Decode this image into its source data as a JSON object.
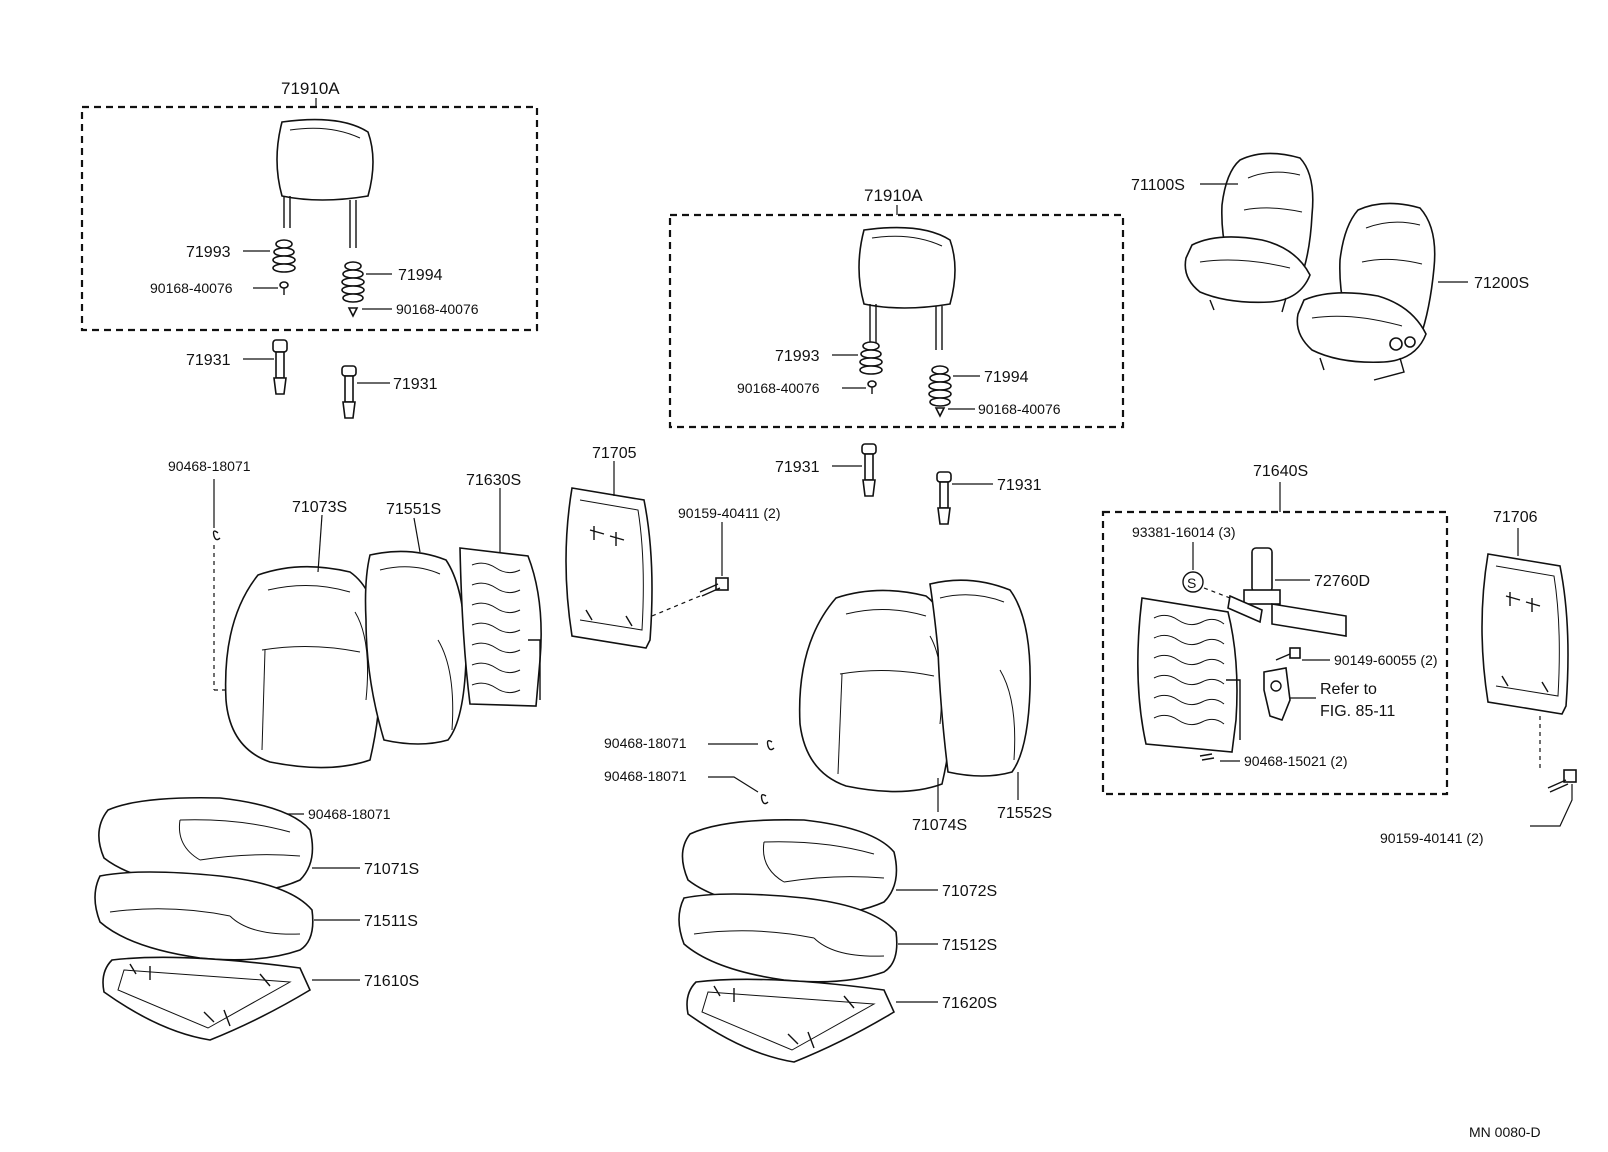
{
  "labels": {
    "hr_assy_left": "71910A",
    "hr_assy_center": "71910A",
    "guide_993_left": "71993",
    "guide_994_left": "71994",
    "screw_left_a": "90168-40076",
    "screw_left_b": "90168-40076",
    "support_931_left_a": "71931",
    "support_931_left_b": "71931",
    "guide_993_center": "71993",
    "guide_994_center": "71994",
    "screw_center_a": "90168-40076",
    "screw_center_b": "90168-40076",
    "support_931_center_a": "71931",
    "support_931_center_b": "71931",
    "seat_assy_right": "71100S",
    "seat_assy_left": "71200S",
    "clip_left_back": "90468-18071",
    "back_cover_left": "71073S",
    "back_pad_left": "71551S",
    "back_frame_left": "71630S",
    "back_board_left": "71705",
    "bolt_left": "90159-40411 (2)",
    "back_frame_assy_right": "71640S",
    "screw_933": "93381-16014 (3)",
    "motor_727": "72760D",
    "bolt_901": "90149-60055 (2)",
    "refer": "Refer to",
    "refer_fig": "FIG. 85-11",
    "clip_904_15021": "90468-15021 (2)",
    "back_board_right": "71706",
    "bolt_right": "90159-40141 (2)",
    "clip_center_a": "90468-18071",
    "clip_center_b": "90468-18071",
    "back_cover_right": "71074S",
    "back_pad_right": "71552S",
    "clip_cushion_left": "90468-18071",
    "cushion_cover_left": "71071S",
    "cushion_pad_left": "71511S",
    "cushion_frame_left": "71610S",
    "cushion_cover_right": "71072S",
    "cushion_pad_right": "71512S",
    "cushion_frame_right": "71620S",
    "s_mark": "S",
    "footer_code": "MN  0080-D"
  }
}
